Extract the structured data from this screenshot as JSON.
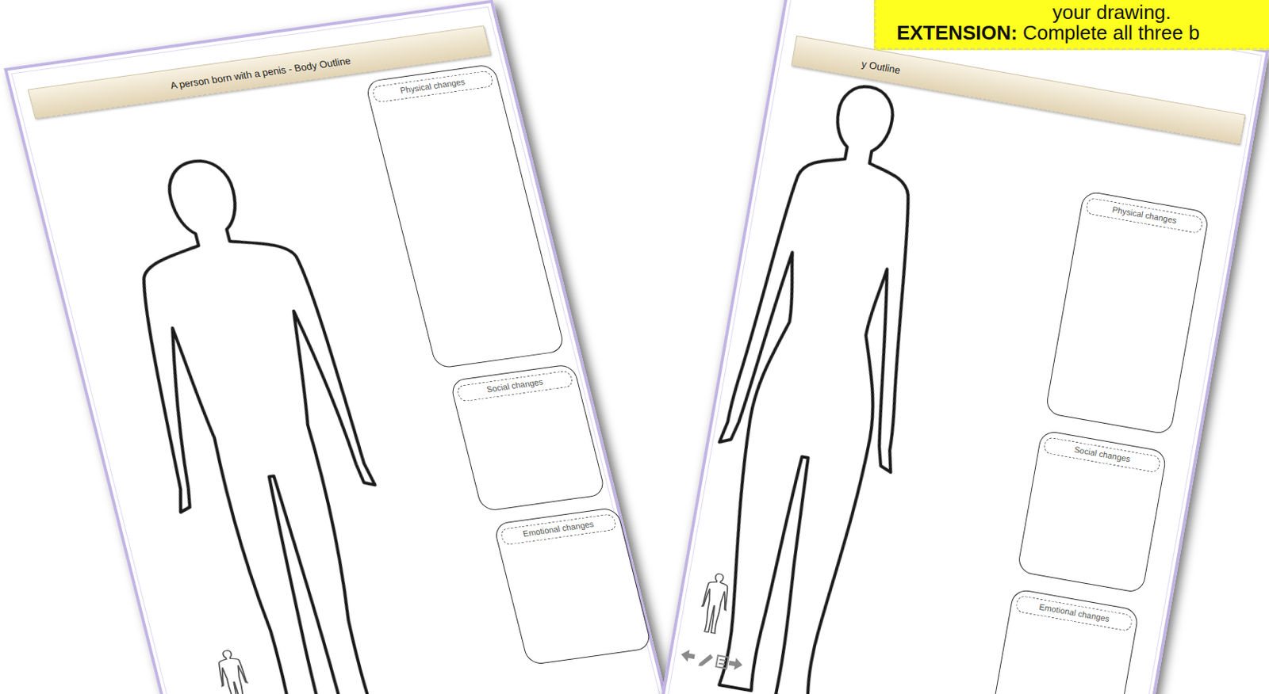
{
  "diagram": {
    "nodes": [
      {
        "text": [
          "A person born with a penis - Body Outline"
        ]
      },
      {
        "text": [
          "Physical changes"
        ]
      },
      {
        "text": [
          "Social changes"
        ]
      },
      {
        "text": [
          "Emotional changes"
        ]
      },
      {
        "text": [
          "y Outline"
        ]
      },
      {
        "text": [
          "Physical changes"
        ]
      },
      {
        "text": [
          "Social changes"
        ]
      },
      {
        "text": [
          "Emotional changes"
        ]
      },
      {
        "text": [
          "your drawing.",
          "EXTENSION:",
          "Complete all three b"
        ]
      }
    ]
  }
}
